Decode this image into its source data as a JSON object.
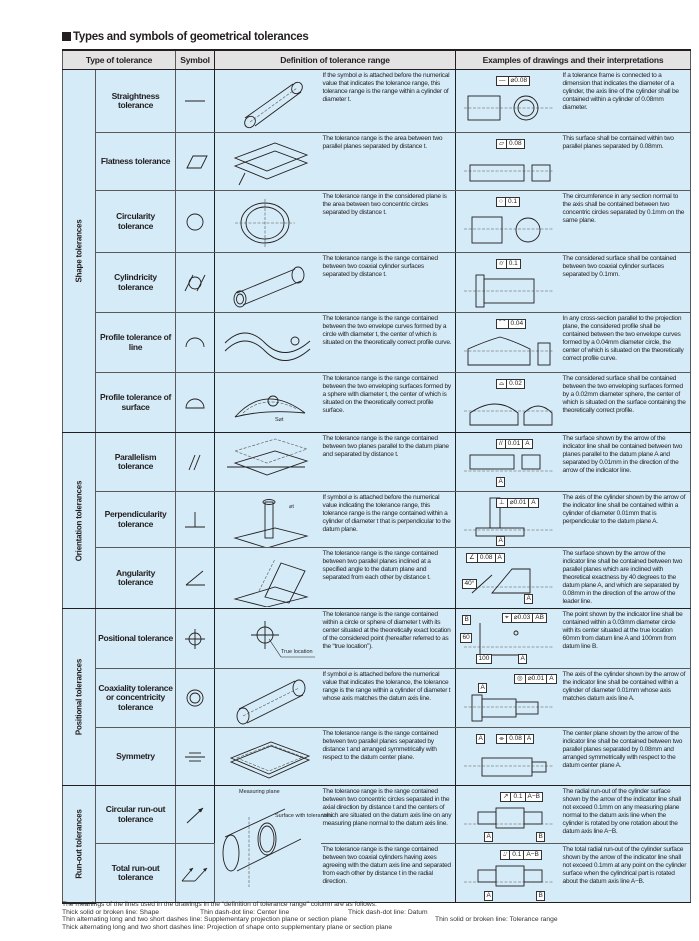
{
  "title": "Types and symbols of geometrical tolerances",
  "headers": {
    "type": "Type of tolerance",
    "symbol": "Symbol",
    "definition": "Definition of tolerance range",
    "examples": "Examples of drawings and their interpretations"
  },
  "groups": [
    {
      "label": "Shape tolerances",
      "span": 6
    },
    {
      "label": "Orientation tolerances",
      "span": 3
    },
    {
      "label": "Positional tolerances",
      "span": 3
    },
    {
      "label": "Run-out tolerances",
      "span": 2
    }
  ],
  "rows": [
    {
      "type": "Straightness tolerance",
      "symbol_icon": "straightness-symbol-icon",
      "definition": "If the symbol ⌀ is attached before the numerical value that indicates the tolerance range, this tolerance range is the range within a cylinder of diameter t.",
      "frame": [
        "—",
        "⌀0.08"
      ],
      "datums": [],
      "labels": [],
      "example": "If a tolerance frame is connected to a dimension that indicates the diameter of a cylinder, the axis line of the cylinder shall be contained within a cylinder of 0.08mm diameter."
    },
    {
      "type": "Flatness tolerance",
      "symbol_icon": "flatness-symbol-icon",
      "definition": "The tolerance range is the area between two parallel planes separated by distance t.",
      "frame": [
        "▱",
        "0.08"
      ],
      "datums": [],
      "labels": [],
      "example": "This surface shall be contained within two parallel planes separated by 0.08mm."
    },
    {
      "type": "Circularity tolerance",
      "symbol_icon": "circularity-symbol-icon",
      "definition": "The tolerance range in the considered plane is the area between two concentric circles separated by distance t.",
      "frame": [
        "○",
        "0.1"
      ],
      "datums": [],
      "labels": [],
      "example": "The circumference in any section normal to the axis shall be contained between two concentric circles separated by 0.1mm on the same plane."
    },
    {
      "type": "Cylindricity tolerance",
      "symbol_icon": "cylindricity-symbol-icon",
      "definition": "The tolerance range is the range contained between two coaxial cylinder surfaces separated by distance t.",
      "frame": [
        "⌭",
        "0.1"
      ],
      "datums": [],
      "labels": [],
      "example": "The considered surface shall be contained between two coaxial cylinder surfaces separated by 0.1mm."
    },
    {
      "type": "Profile tolerance of line",
      "symbol_icon": "profile-of-line-symbol-icon",
      "definition": "The tolerance range is the range contained between the two envelope curves formed by a circle with diameter t, the center of which is situated on the theoretically correct profile curve.",
      "frame": [
        "⌒",
        "0.04"
      ],
      "datums": [],
      "labels": [],
      "example": "In any cross-section parallel to the projection plane, the considered profile shall be contained between the two envelope curves formed by a 0.04mm diameter circle, the center of which is situated on the theoretically correct profile curve."
    },
    {
      "type": "Profile tolerance of surface",
      "symbol_icon": "profile-of-surface-symbol-icon",
      "definition": "The tolerance range is the range contained between the two enveloping surfaces formed by a sphere with diameter t, the center of which is situated on the theoretically correct profile surface.",
      "frame": [
        "⌓",
        "0.02"
      ],
      "datums": [],
      "labels": [
        "S⌀t"
      ],
      "example": "The considered surface shall be contained between the two enveloping surfaces formed by a 0.02mm diameter sphere, the center of which is situated on the surface containing the theoretically correct profile."
    },
    {
      "type": "Parallelism tolerance",
      "symbol_icon": "parallelism-symbol-icon",
      "definition": "The tolerance range is the range contained between two planes parallel to the datum plane and separated by distance t.",
      "frame": [
        "//",
        "0.01",
        "A"
      ],
      "datums": [
        "A"
      ],
      "labels": [],
      "example": "The surface shown by the arrow of the indicator line shall be contained between two planes parallel to the datum plane A and separated by 0.01mm in the direction of the arrow of the indicator line."
    },
    {
      "type": "Perpendicularity tolerance",
      "symbol_icon": "perpendicularity-symbol-icon",
      "definition": "If symbol ⌀ is attached before the numerical value indicating the tolerance range, this tolerance range is the range contained within a cylinder of diameter t that is perpendicular to the datum plane.",
      "frame": [
        "⊥",
        "⌀0.01",
        "A"
      ],
      "datums": [
        "A"
      ],
      "labels": [
        "⌀t"
      ],
      "example": "The axis of the cylinder shown by the arrow of the indicator line shall be contained within a cylinder of diameter 0.01mm that is perpendicular to the datum plane A."
    },
    {
      "type": "Angularity tolerance",
      "symbol_icon": "angularity-symbol-icon",
      "definition": "The tolerance range is the range contained between two parallel planes inclined at a specified angle to the datum plane and separated from each other by distance t.",
      "frame": [
        "∠",
        "0.08",
        "A"
      ],
      "datums": [
        "A",
        "40°"
      ],
      "labels": [],
      "example": "The surface shown by the arrow of the indicator line shall be contained between two parallel planes which are inclined with theoretical exactness by 40 degrees to the datum plane A, and which are separated by 0.08mm in the direction of the arrow of the leader line."
    },
    {
      "type": "Positional tolerance",
      "symbol_icon": "position-symbol-icon",
      "definition": "The tolerance range is the range contained within a circle or sphere of diameter t with its center situated at the theoretically exact location of the considered point (hereafter referred to as the “true location”).",
      "frame": [
        "⌖",
        "⌀0.03",
        "AB"
      ],
      "datums": [
        "B",
        "60",
        "100",
        "A"
      ],
      "labels": [
        "True location"
      ],
      "example": "The point shown by the indicator line shall be contained within a 0.03mm diameter circle with its center situated at the true location 60mm from datum line A and 100mm from datum line B."
    },
    {
      "type": "Coaxiality tolerance or concentricity tolerance",
      "symbol_icon": "concentricity-symbol-icon",
      "definition": "If symbol ⌀ is attached before the numerical value that indicates the tolerance, the tolerance range is the range within a cylinder of diameter t whose axis matches the datum axis line.",
      "frame": [
        "◎",
        "⌀0.01",
        "A"
      ],
      "datums": [
        "A"
      ],
      "labels": [],
      "example": "The axis of the cylinder shown by the arrow of the indicator line shall be contained within a cylinder of diameter 0.01mm whose axis matches datum axis line A."
    },
    {
      "type": "Symmetry",
      "symbol_icon": "symmetry-symbol-icon",
      "definition": "The tolerance range is the range contained between two parallel planes separated by distance t and arranged symmetrically with respect to the datum center plane.",
      "frame": [
        "⌯",
        "0.08",
        "A"
      ],
      "datums": [
        "A"
      ],
      "labels": [],
      "example": "The center plane shown by the arrow of the indicator line shall be contained between two parallel planes separated by 0.08mm and arranged symmetrically with respect to the datum center plane A."
    },
    {
      "type": "Circular run-out tolerance",
      "symbol_icon": "circular-runout-symbol-icon",
      "definition": "The tolerance range is the range contained between two concentric circles separated in the axial direction by distance t and the centers of which are situated on the datum axis line on any measuring plane normal to the datum axis line.",
      "frame": [
        "↗",
        "0.1",
        "A−B"
      ],
      "datums": [
        "A",
        "B"
      ],
      "labels": [
        "Measuring plane",
        "Surface with tolerances"
      ],
      "example": "The radial run-out of the cylinder surface shown by the arrow of the indicator line shall not exceed 0.1mm on any measuring plane normal to the datum axis line  when the cylinder is rotated by one rotation about the datum axis line A−B."
    },
    {
      "type": "Total run-out tolerance",
      "symbol_icon": "total-runout-symbol-icon",
      "definition": "The tolerance range is the range contained between two coaxial cylinders having axes agreeing with the datum axis line and separated from each other by distance t in the radial direction.",
      "frame": [
        "⌰",
        "0.1",
        "A−B"
      ],
      "datums": [
        "A",
        "B"
      ],
      "labels": [],
      "example": "The total radial run-out of the cylinder surface shown by the arrow of the indicator line shall not exceed 0.1mm at any point on the cylinder surface when the cylindrical part is rotated about the datum axis line A−B."
    }
  ],
  "footer": {
    "intro": "The meanings of the lines used in the drawings in the “definition of tolerance range” column are as follows.",
    "line1a": "Thick solid or broken line: Shape",
    "line1b": "Thin dash-dot line: Center line",
    "line1c": "Thick dash-dot line: Datum",
    "line2a": "Thin alternating long and two short dashes line: Supplementary projection plane or section plane",
    "line2b": "Thin solid or broken line: Tolerance range",
    "line3": "Thick alternating long and two short dashes line: Projection of shape onto supplementary plane or section plane"
  }
}
